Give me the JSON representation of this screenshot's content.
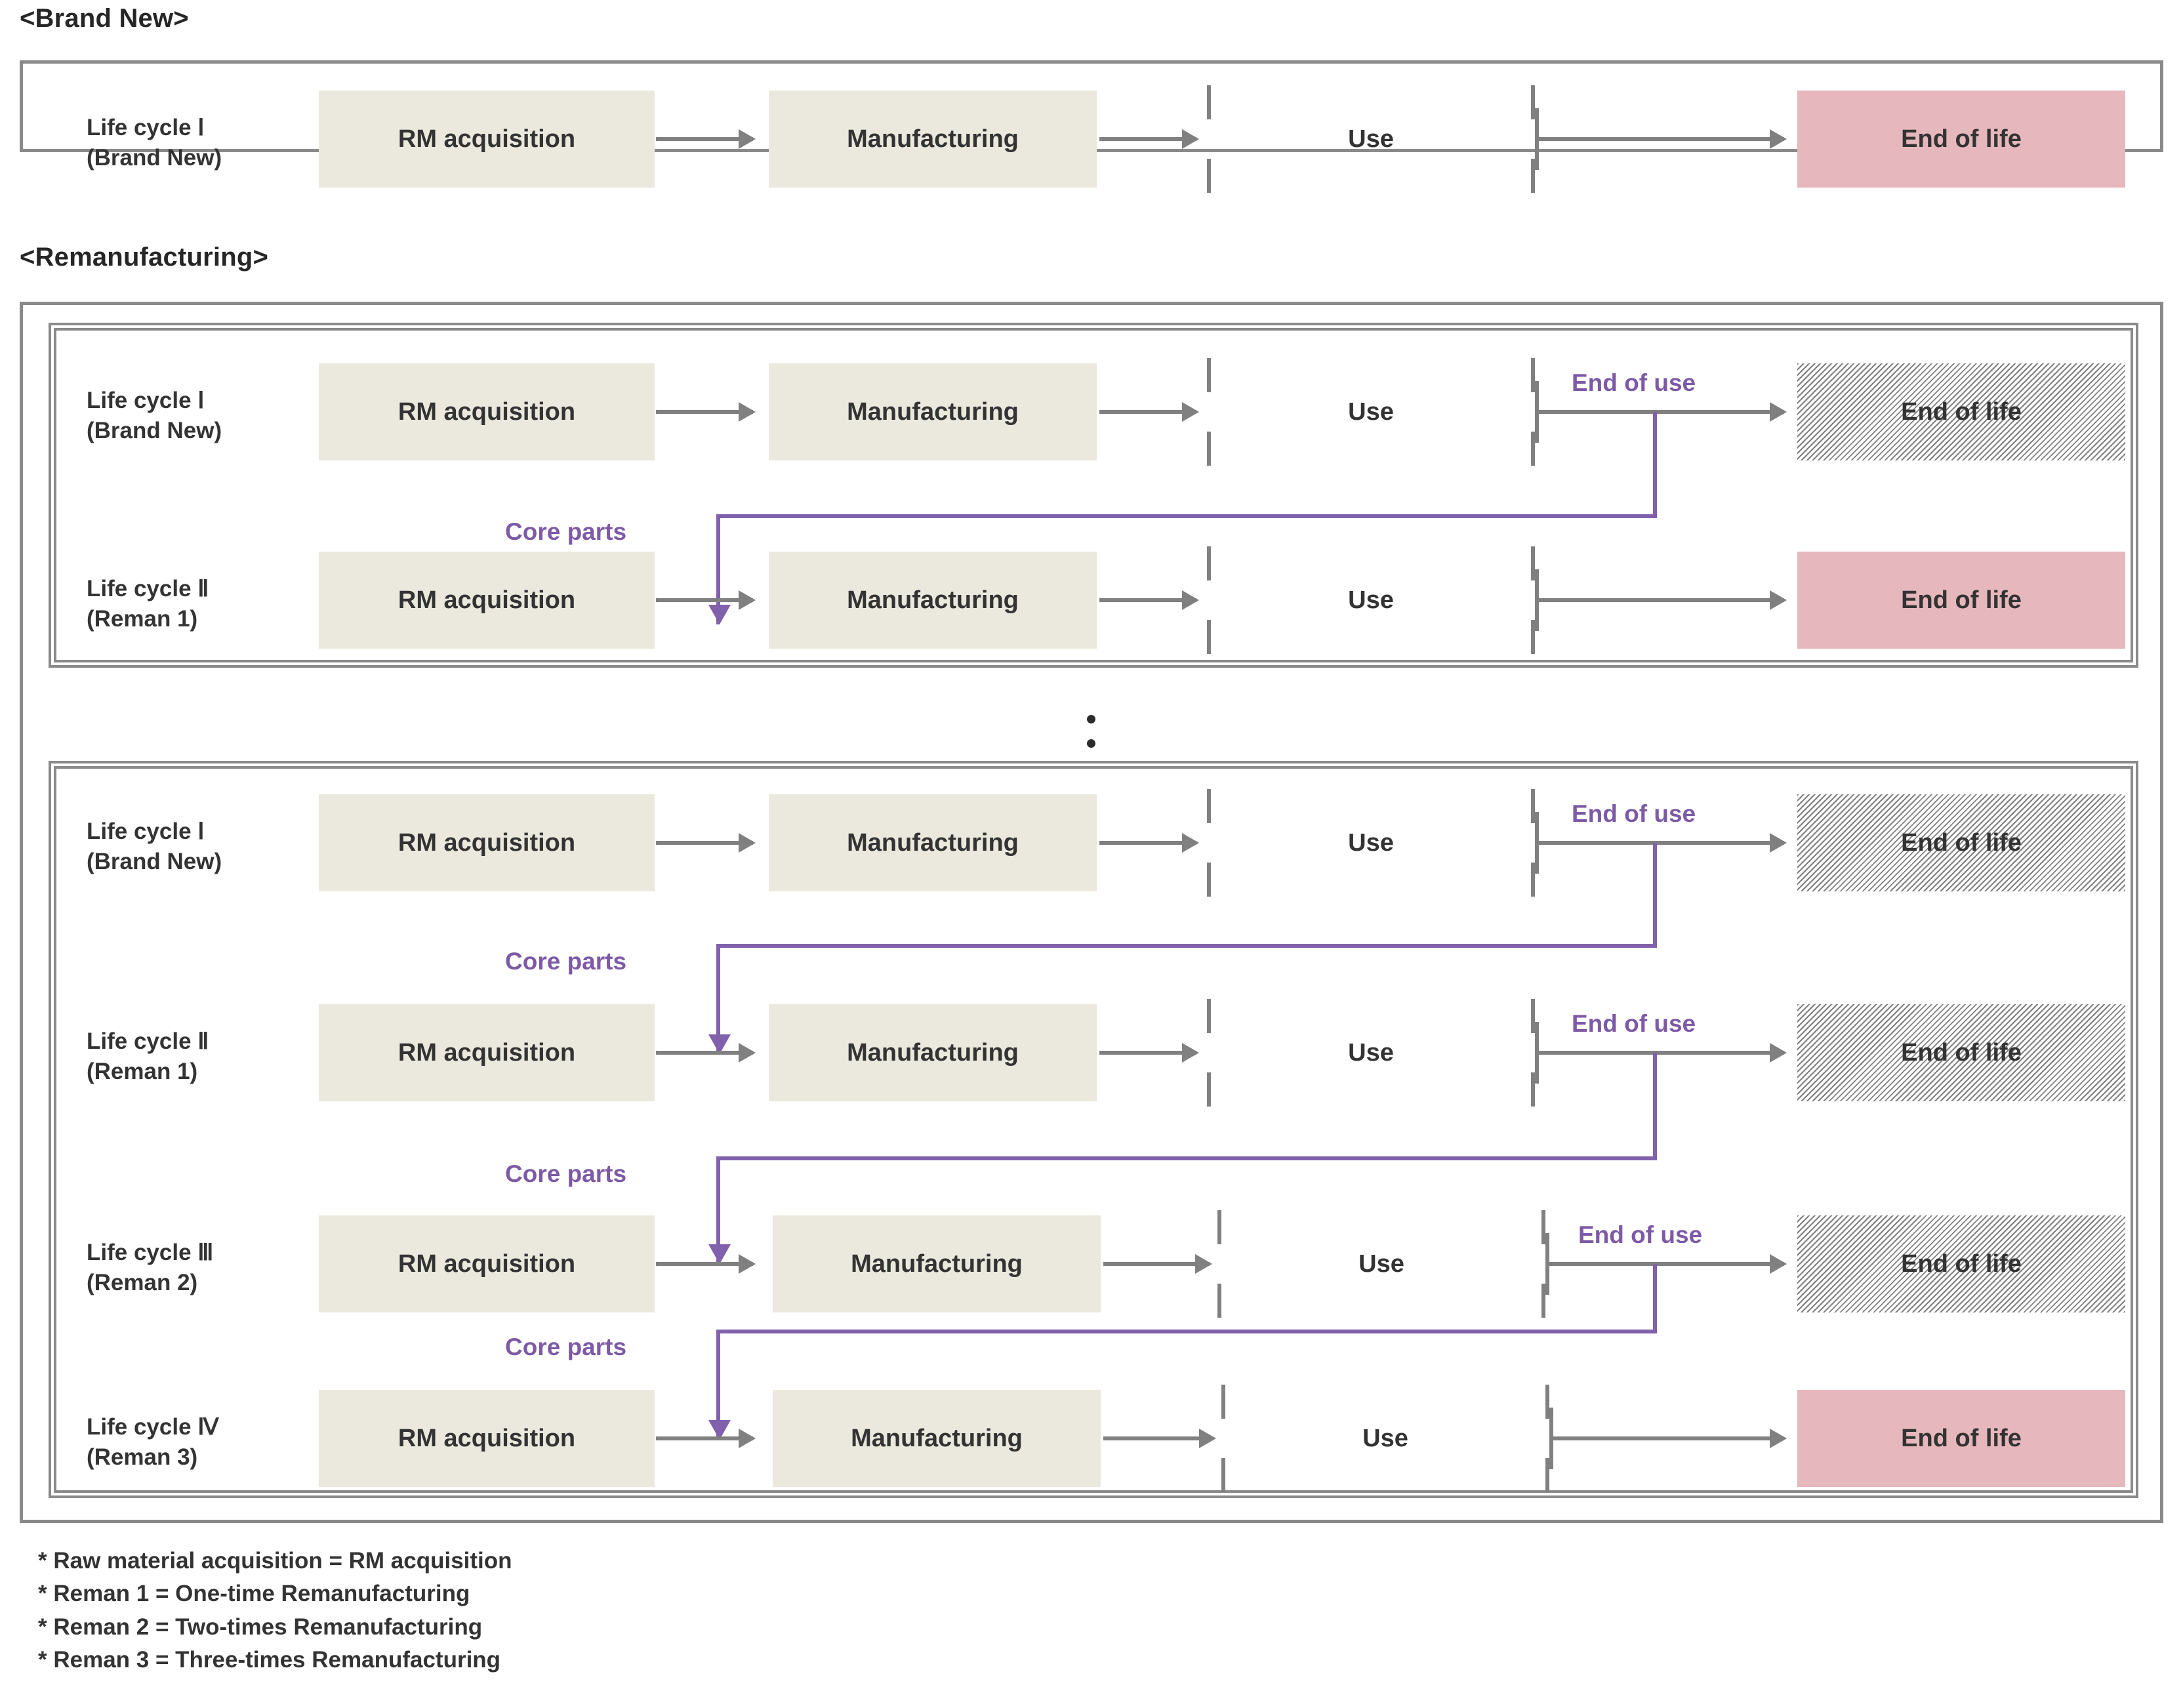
{
  "sections": {
    "brand_new": {
      "caption": "<Brand New>",
      "rows": [
        {
          "label_line1": "Life cycle Ⅰ",
          "label_line2": "(Brand New)",
          "stages": [
            "RM acquisition",
            "Manufacturing",
            "Use",
            "End of life"
          ],
          "eol_style": "pink",
          "end_of_use": null,
          "core_parts": null
        }
      ]
    },
    "remanufacturing": {
      "caption": "<Remanufacturing>",
      "group_a": {
        "rows": [
          {
            "label_line1": "Life cycle Ⅰ",
            "label_line2": "(Brand New)",
            "stages": [
              "RM acquisition",
              "Manufacturing",
              "Use",
              "End of life"
            ],
            "eol_style": "hatch",
            "end_of_use": "End of use",
            "core_parts": null
          },
          {
            "label_line1": "Life cycle Ⅱ",
            "label_line2": "(Reman 1)",
            "stages": [
              "RM acquisition",
              "Manufacturing",
              "Use",
              "End of life"
            ],
            "eol_style": "pink",
            "end_of_use": null,
            "core_parts": "Core parts"
          }
        ]
      },
      "ellipsis": "⋮",
      "group_b": {
        "rows": [
          {
            "label_line1": "Life cycle Ⅰ",
            "label_line2": "(Brand New)",
            "stages": [
              "RM acquisition",
              "Manufacturing",
              "Use",
              "End of life"
            ],
            "eol_style": "hatch",
            "end_of_use": "End of use",
            "core_parts": null
          },
          {
            "label_line1": "Life cycle Ⅱ",
            "label_line2": "(Reman 1)",
            "stages": [
              "RM acquisition",
              "Manufacturing",
              "Use",
              "End of life"
            ],
            "eol_style": "hatch",
            "end_of_use": "End of use",
            "core_parts": "Core parts"
          },
          {
            "label_line1": "Life cycle Ⅲ",
            "label_line2": "(Reman 2)",
            "stages": [
              "RM acquisition",
              "Manufacturing",
              "Use",
              "End of life"
            ],
            "eol_style": "hatch",
            "end_of_use": "End of use",
            "core_parts": "Core parts"
          },
          {
            "label_line1": "Life cycle Ⅳ",
            "label_line2": "(Reman 3)",
            "stages": [
              "RM acquisition",
              "Manufacturing",
              "Use",
              "End of life"
            ],
            "eol_style": "pink",
            "end_of_use": null,
            "core_parts": "Core parts"
          }
        ]
      }
    }
  },
  "footnotes": [
    "* Raw material acquisition = RM acquisition",
    "* Reman 1 = One-time Remanufacturing",
    "* Reman 2 = Two-times Remanufacturing",
    "* Reman 3 = Three-times Remanufacturing"
  ],
  "colors": {
    "beige": "#ebe9de",
    "pink": "#e6b7bc",
    "purple": "#8161ab",
    "gray": "#808080",
    "frame": "#8a8a8a",
    "text": "#333333"
  }
}
